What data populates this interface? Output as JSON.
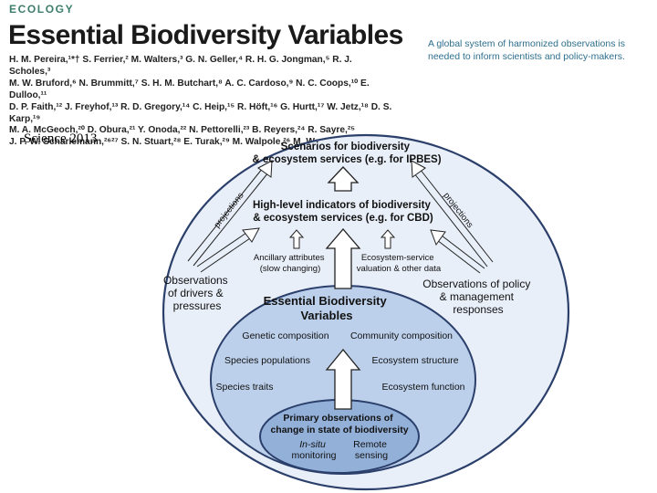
{
  "header": {
    "section_label": "ECOLOGY",
    "title": "Essential Biodiversity Variables",
    "tagline": "A global system of harmonized observations is needed to inform scientists and policy-makers.",
    "authors": [
      "H. M. Pereira,¹*† S. Ferrier,² M. Walters,³ G. N. Geller,⁴ R. H. G. Jongman,⁵ R. J. Scholes,³",
      "M. W. Bruford,⁶ N. Brummitt,⁷ S. H. M. Butchart,⁸ A. C. Cardoso,⁹ N. C. Coops,¹⁰ E. Dulloo,¹¹",
      "D. P. Faith,¹² J. Freyhof,¹³ R. D. Gregory,¹⁴ C. Heip,¹⁵ R. Höft,¹⁶ G. Hurtt,¹⁷ W. Jetz,¹⁸ D. S. Karp,¹⁹",
      "M. A. McGeoch,²⁰ D. Obura,²¹ Y. Onoda,²² N. Pettorelli,²³ B. Reyers,²⁴ R. Sayre,²⁵",
      "J. P. W. Scharlemann,²⁶²⁷ S. N. Stuart,²⁸ E. Turak,²⁹ M. Walpole,²⁶ M. Wegmann³⁰"
    ]
  },
  "journal_note": "Science 2013",
  "diagram": {
    "scenarios": [
      "Scenarios for biodiversity",
      "& ecosystem services (e.g. for IPBES)"
    ],
    "indicators": [
      "High-level  indicators of biodiversity",
      "& ecosystem services (e.g. for CBD)"
    ],
    "projections_left": "projections",
    "projections_right": "projections",
    "ancillary": [
      "Ancillary attributes",
      "(slow changing)"
    ],
    "ecosystem_valuation": [
      "Ecosystem-service",
      "valuation & other data"
    ],
    "drivers": [
      "Observations",
      "of drivers &",
      "pressures"
    ],
    "policy": [
      "Observations of policy",
      "& management",
      "responses"
    ],
    "ebv_title": [
      "Essential Biodiversity",
      "Variables"
    ],
    "ebv_items": {
      "genetic": "Genetic composition",
      "community": "Community composition",
      "populations": "Species populations",
      "structure": "Ecosystem structure",
      "traits": "Species traits",
      "function": "Ecosystem function"
    },
    "primary": [
      "Primary observations of",
      "change in state of biodiversity"
    ],
    "insitu": [
      "In-situ",
      "monitoring"
    ],
    "remote": [
      "Remote",
      "sensing"
    ]
  },
  "colors": {
    "outer_fill": "#e9eff9",
    "middle_fill": "#bcd0eb",
    "inner_fill": "#93b0d9",
    "outline": "#2b3f6b",
    "section_label": "#3d7d6c",
    "tagline": "#2e6f8e"
  }
}
